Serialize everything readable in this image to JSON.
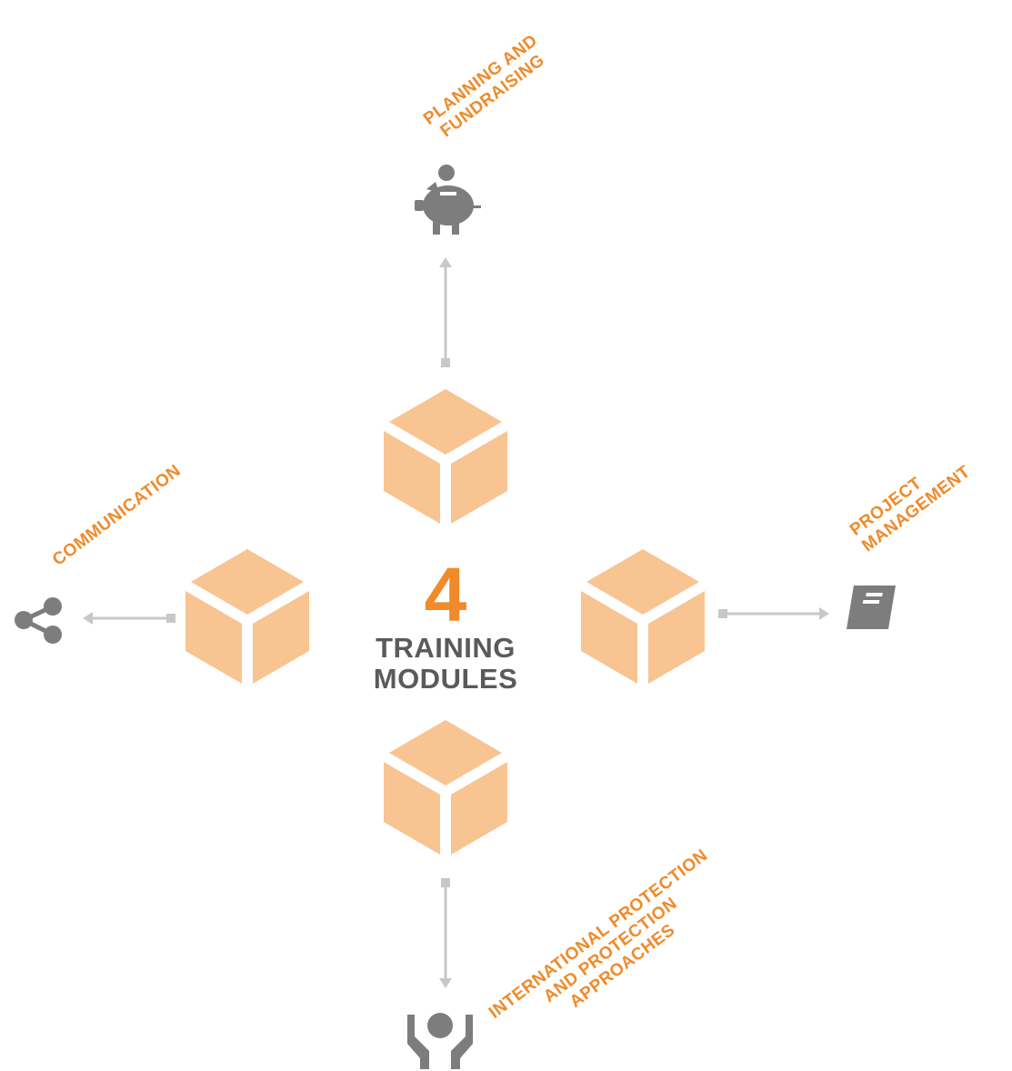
{
  "colors": {
    "accent": "#f08a2a",
    "cube": "#f8c491",
    "icon": "#7d7d7d",
    "connector": "#c8c8c8",
    "text_dark": "#5a5a5a"
  },
  "center": {
    "number": "4",
    "line1": "TRAINING",
    "line2": "MODULES"
  },
  "modules": {
    "planning": {
      "line1": "PLANNING AND",
      "line2": "FUNDRAISING",
      "icon": "piggy-bank-icon"
    },
    "communication": {
      "line1": "COMMUNICATION",
      "icon": "share-icon"
    },
    "project": {
      "line1": "PROJECT",
      "line2": "MANAGEMENT",
      "icon": "book-icon"
    },
    "protection": {
      "line1": "INTERNATIONAL PROTECTION",
      "line2": "AND PROTECTION",
      "line3": "APPROACHES",
      "icon": "helping-hands-icon"
    }
  }
}
